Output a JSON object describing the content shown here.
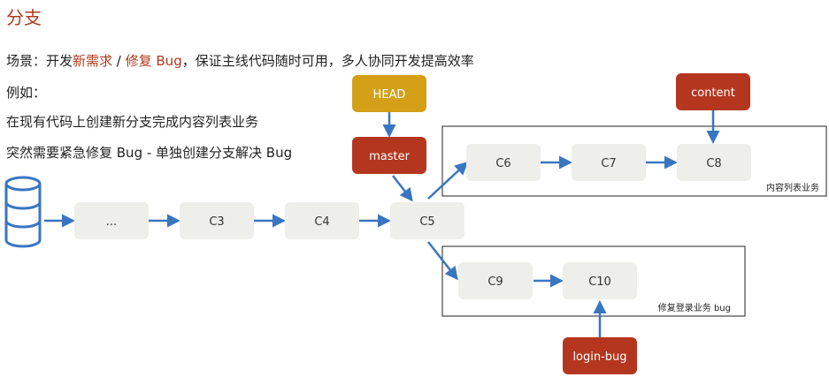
{
  "title": "分支",
  "scenario": {
    "prefix": "场景：开发",
    "hl1": "新需求",
    "sep": " / ",
    "hl2": "修复 Bug",
    "suffix": "，保证主线代码随时可用，多人协同开发提高效率"
  },
  "lines": {
    "example": "例如：",
    "line1": "在现有代码上创建新分支完成内容列表业务",
    "line2": "突然需要紧急修复 Bug - 单独创建分支解决 Bug"
  },
  "colors": {
    "accent": "#b03a20",
    "head": "#d4a017",
    "pointer": "#b5361f",
    "arrow": "#3a76c0",
    "node": "#eeeeea"
  },
  "icons": {
    "repo": "database-icon"
  },
  "nodes": {
    "dots": "...",
    "c3": "C3",
    "c4": "C4",
    "c5": "C5",
    "c6": "C6",
    "c7": "C7",
    "c8": "C8",
    "c9": "C9",
    "c10": "C10"
  },
  "pointers": {
    "head": "HEAD",
    "master": "master",
    "content": "content",
    "login_bug": "login-bug"
  },
  "groups": {
    "content_box": "内容列表业务",
    "bug_box": "修复登录业务 bug"
  }
}
